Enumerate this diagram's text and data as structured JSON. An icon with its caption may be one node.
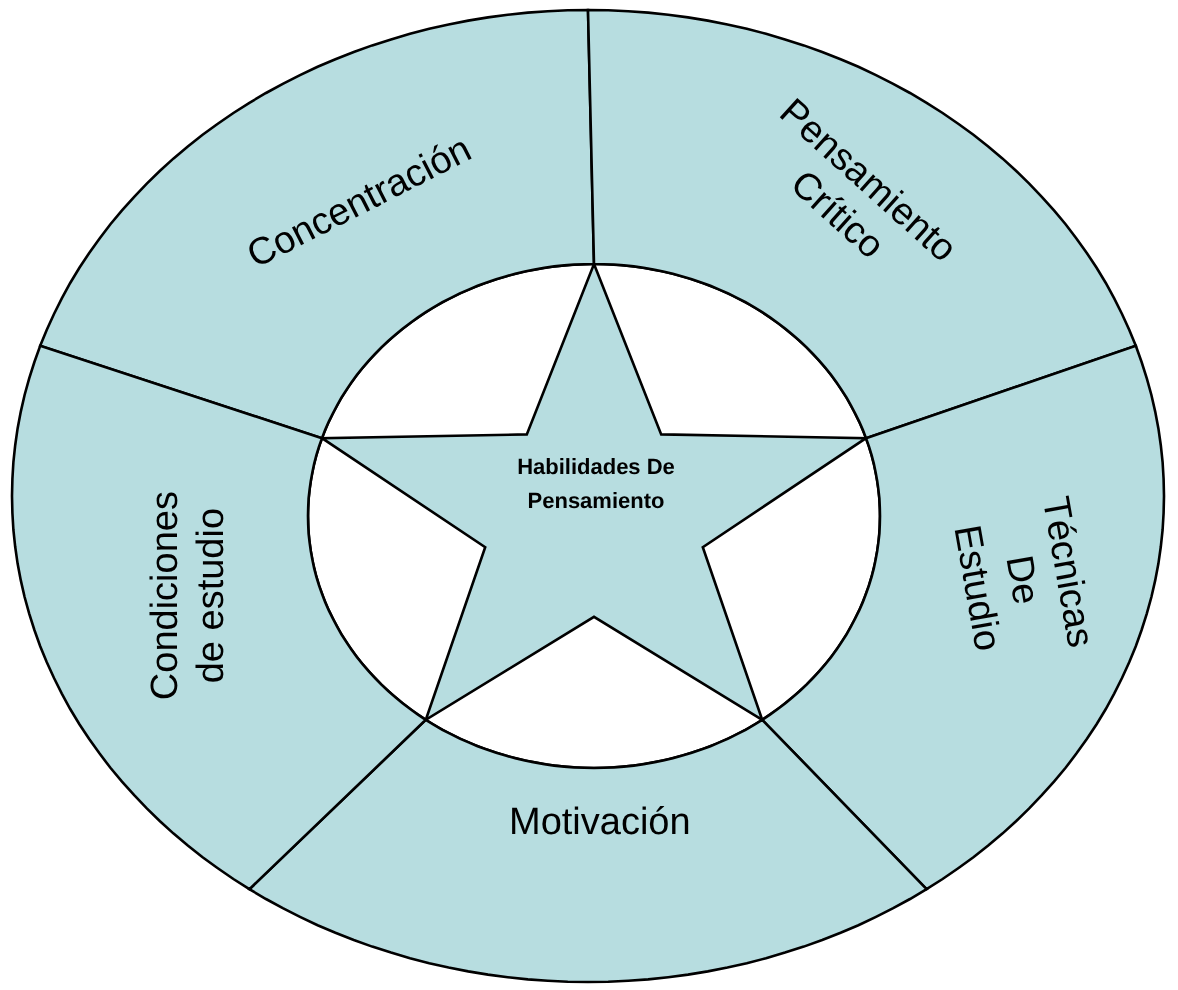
{
  "diagram": {
    "nodes": [
      {
        "text": [
          "Habilidades De Pensamiento"
        ]
      },
      {
        "text": [
          "Concentración"
        ]
      },
      {
        "text": [
          "Pensamiento Crítico"
        ]
      },
      {
        "text": [
          "Técnicas De Estudio"
        ]
      },
      {
        "text": [
          "Motivación"
        ]
      },
      {
        "text": [
          "Condiciones de estudio"
        ]
      }
    ],
    "edges": []
  }
}
